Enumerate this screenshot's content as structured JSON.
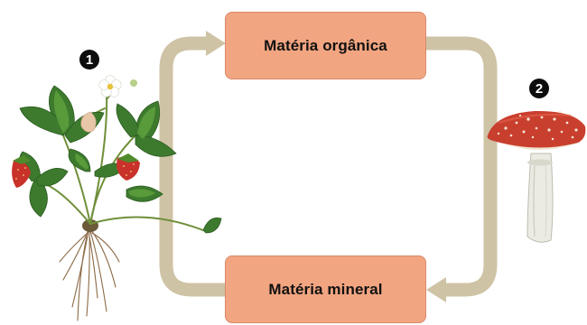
{
  "diagram": {
    "boxes": {
      "top": "Matéria orgânica",
      "bottom": "Matéria mineral"
    },
    "badges": {
      "plant": "1",
      "mushroom": "2"
    },
    "colors": {
      "box_fill": "#f2a581",
      "box_border": "#d9896a",
      "cycle_arrow": "#cfc3a6",
      "leaf_dark": "#3d7a2e",
      "leaf_light": "#5ea03d",
      "strawberry": "#c8322a",
      "mushroom_cap": "#c93f2e",
      "mushroom_stem": "#ecebe3",
      "badge": "#0d0d0d"
    },
    "icons": [
      "strawberry-plant-icon",
      "mushroom-icon"
    ]
  }
}
